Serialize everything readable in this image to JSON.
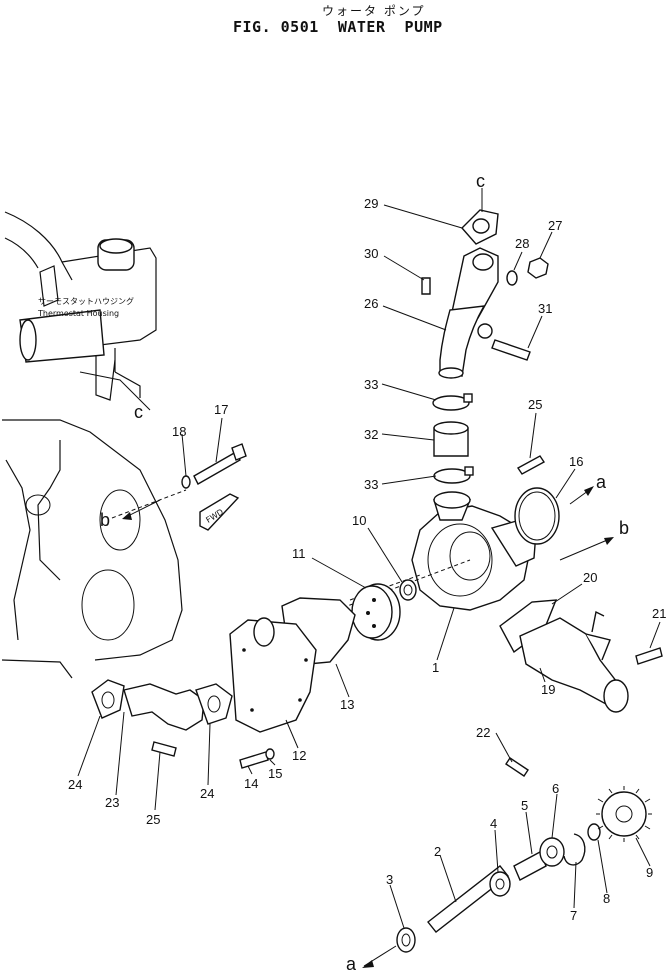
{
  "header": {
    "jp_title": "ウォータ ポンプ",
    "fig_title": "FIG. 0501  WATER  PUMP"
  },
  "notes": {
    "thermostat_jp": "サーモスタットハウジング",
    "thermostat_en": "Thermostat  Housing",
    "fwd": "FWD"
  },
  "callouts": {
    "p1": "1",
    "p2": "2",
    "p3": "3",
    "p4": "4",
    "p5": "5",
    "p6": "6",
    "p7": "7",
    "p8": "8",
    "p9": "9",
    "p10": "10",
    "p11": "11",
    "p12": "12",
    "p13": "13",
    "p14": "14",
    "p15": "15",
    "p16": "16",
    "p17": "17",
    "p18": "18",
    "p19": "19",
    "p20": "20",
    "p21": "21",
    "p22": "22",
    "p23": "23",
    "p24a": "24",
    "p24b": "24",
    "p25a": "25",
    "p25b": "25",
    "p26": "26",
    "p27": "27",
    "p28": "28",
    "p29": "29",
    "p30": "30",
    "p31": "31",
    "p32": "32",
    "p33a": "33",
    "p33b": "33"
  },
  "refs": {
    "a_top": "a",
    "a_bottom": "a",
    "b_left": "b",
    "b_right": "b",
    "c_top": "c",
    "c_left": "c"
  }
}
